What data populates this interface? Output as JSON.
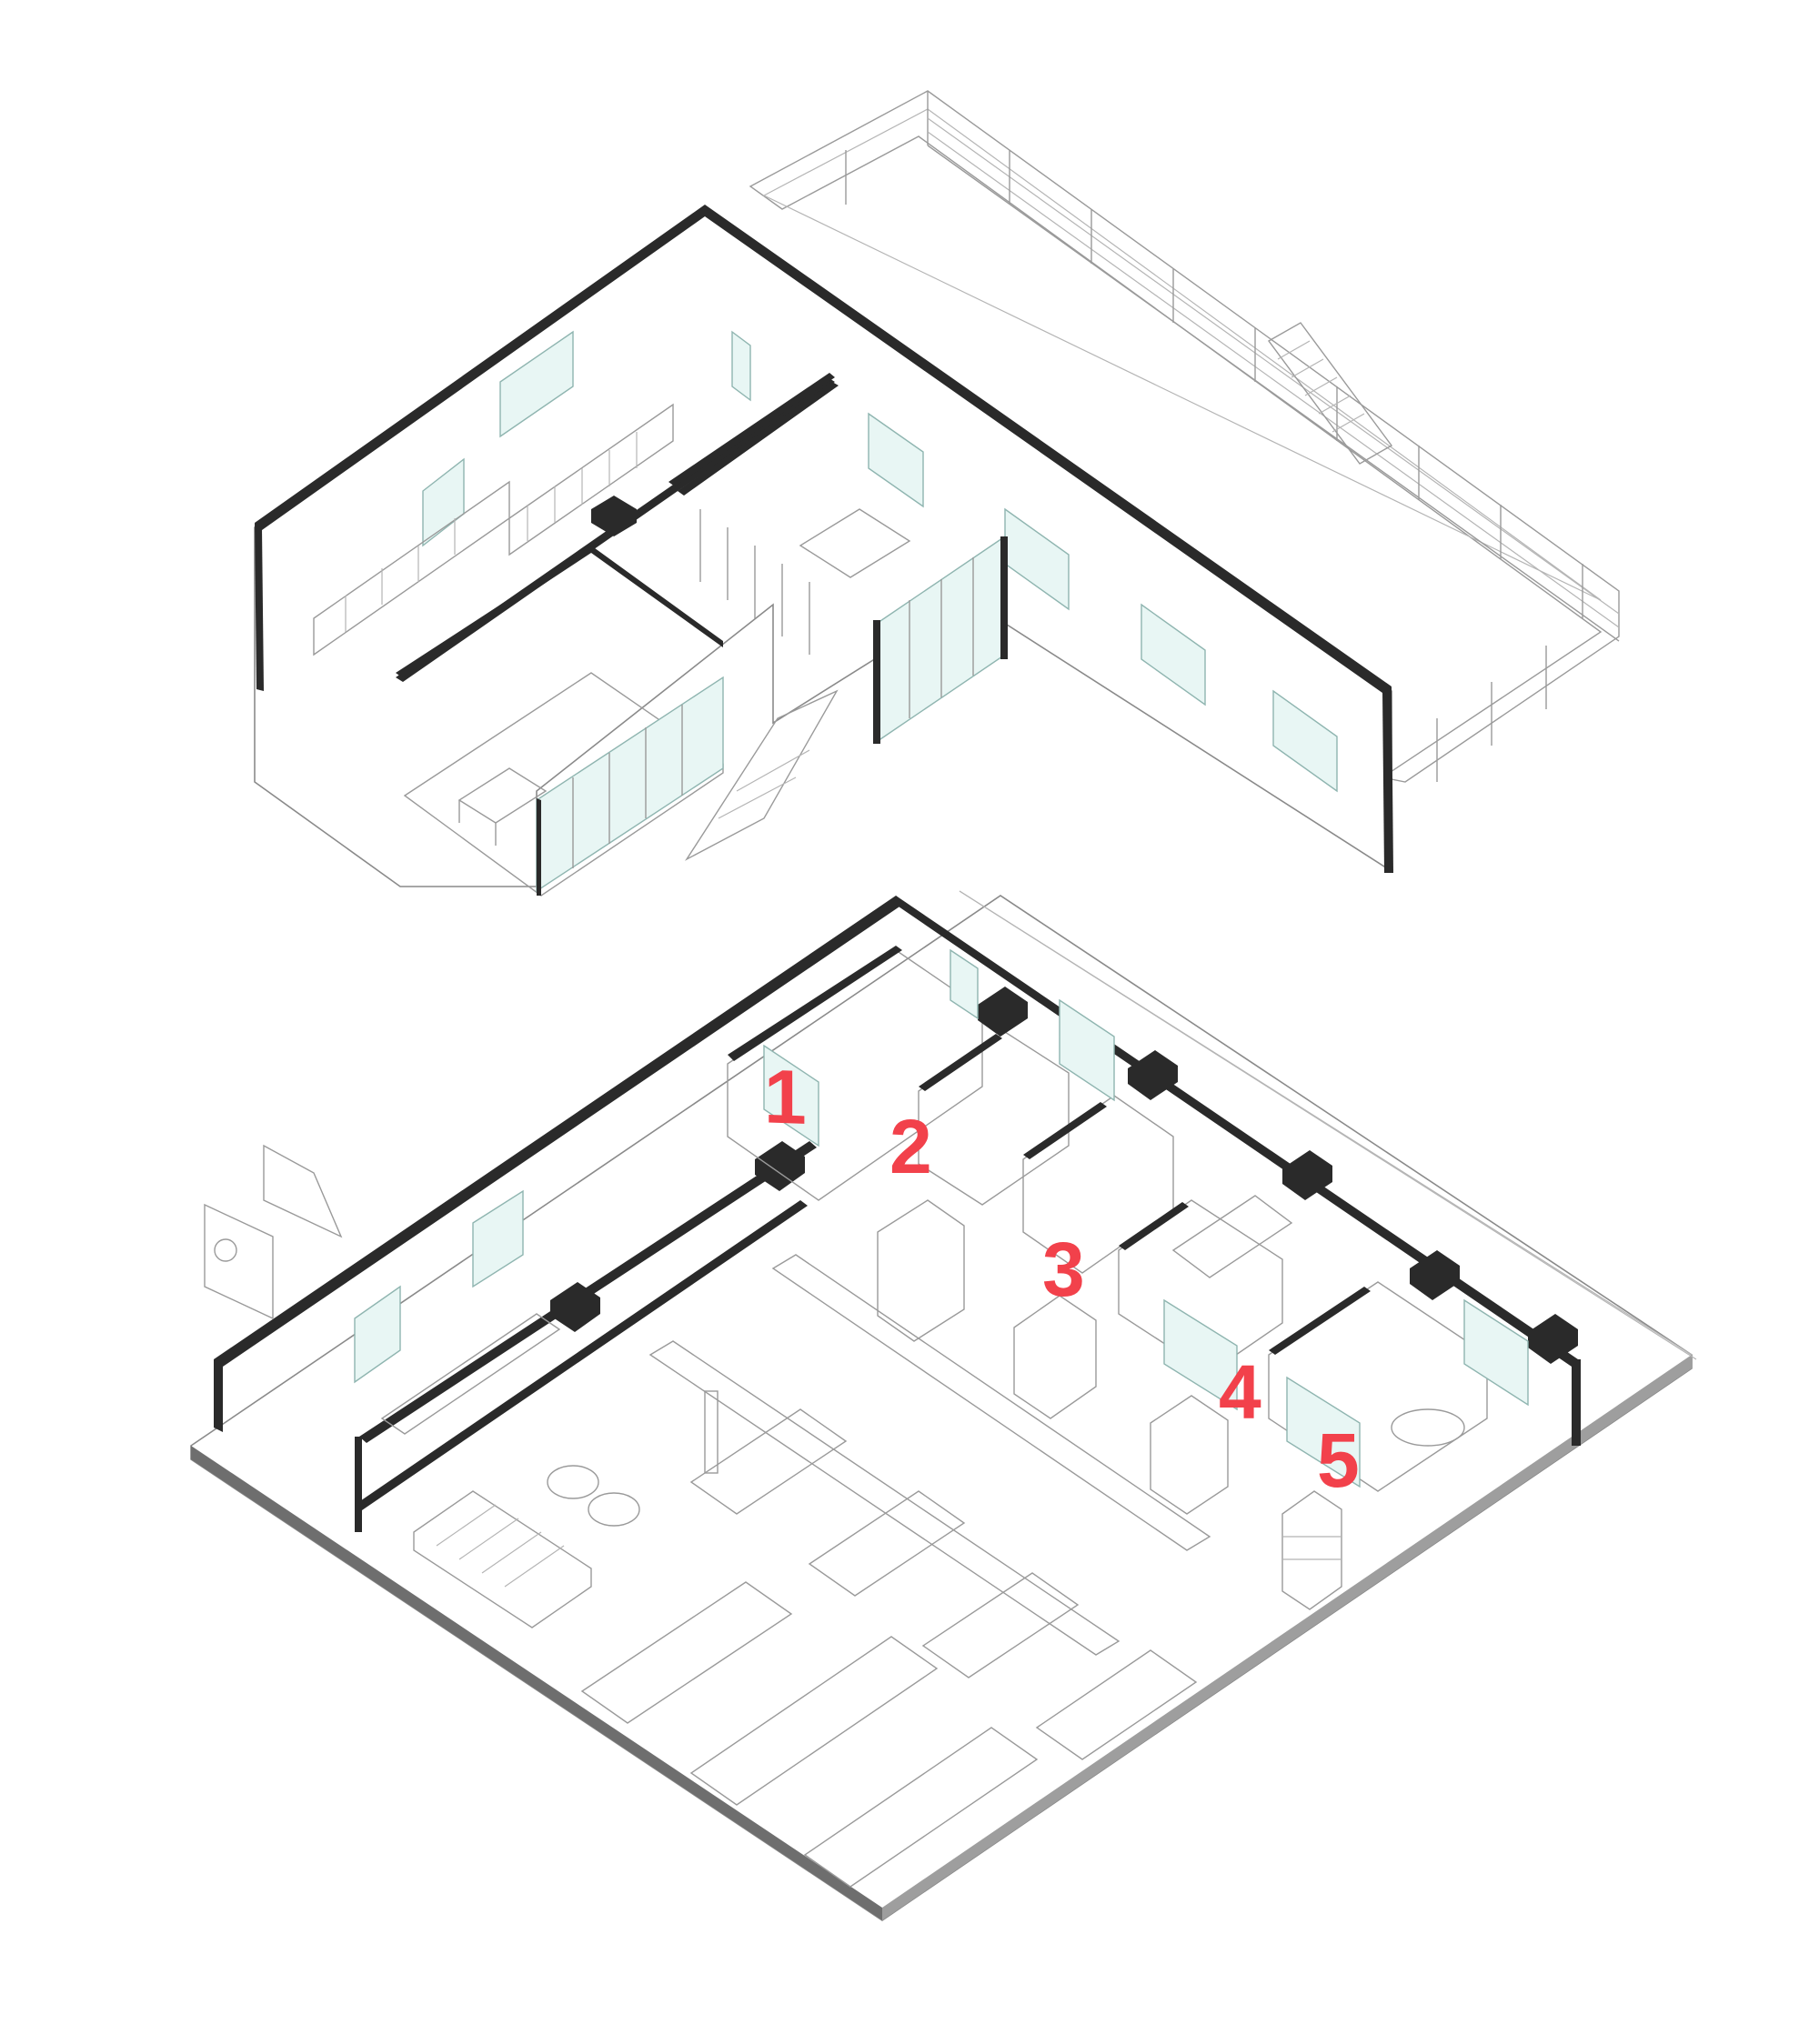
{
  "diagram": {
    "room_labels": [
      "1",
      "2",
      "3",
      "4",
      "5"
    ],
    "colors": {
      "accent": "#f2414b",
      "wall": "#2a2a2a",
      "line": "#9a9a9a",
      "glass": "#e8f6f4",
      "slab": "#6e6e6e"
    }
  }
}
